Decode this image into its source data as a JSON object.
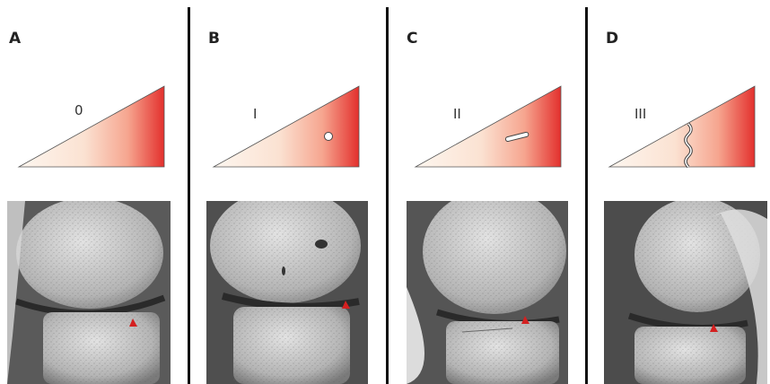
{
  "panels": [
    {
      "letter": "A",
      "grade": "0"
    },
    {
      "letter": "B",
      "grade": "I"
    },
    {
      "letter": "C",
      "grade": "II"
    },
    {
      "letter": "D",
      "grade": "III"
    }
  ],
  "colors": {
    "gradient_light": "#fdf3ea",
    "gradient_dark": "#e8322f",
    "arrow": "#d42020",
    "divider": "#111111"
  }
}
